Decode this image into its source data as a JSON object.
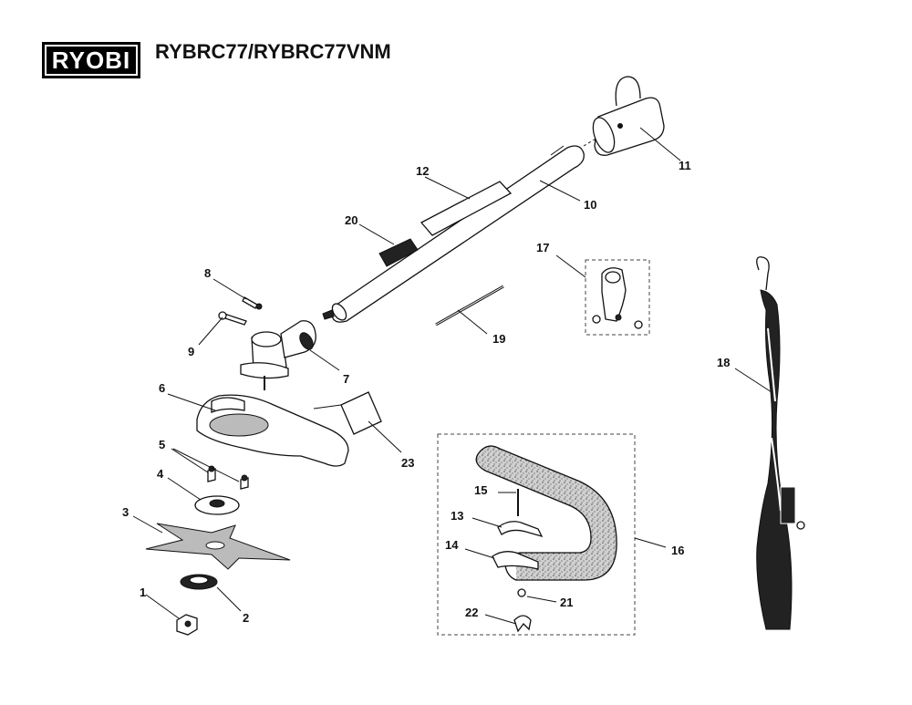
{
  "header": {
    "brand": "RYOBI",
    "model": "RYBRC77/RYBRC77VNM"
  },
  "callouts": [
    "1",
    "2",
    "3",
    "4",
    "5",
    "6",
    "7",
    "8",
    "9",
    "10",
    "11",
    "12",
    "13",
    "14",
    "15",
    "16",
    "17",
    "18",
    "19",
    "20",
    "21",
    "22",
    "23"
  ],
  "colors": {
    "ink": "#111111",
    "foam": "#c8c8c8",
    "strap": "#111111"
  }
}
